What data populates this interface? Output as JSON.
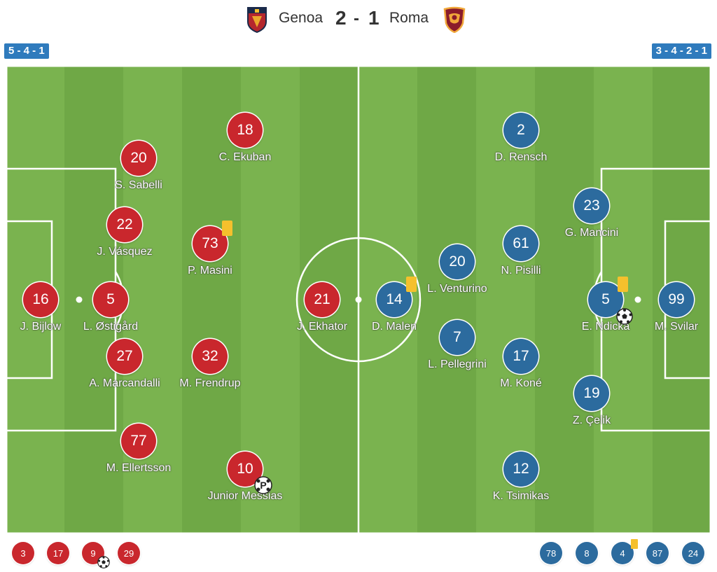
{
  "header": {
    "home_team": "Genoa",
    "away_team": "Roma",
    "home_score": "2",
    "separator": "-",
    "away_score": "1"
  },
  "formations": {
    "home": "5 - 4 - 1",
    "away": "3 - 4 - 2 - 1"
  },
  "colors": {
    "home": "#c9272d",
    "away": "#2c6b9e",
    "pitch_light": "#7ab34f",
    "pitch_dark": "#6fa846",
    "card": "#f5c02d",
    "badge": "#2f7bbd"
  },
  "home_players": [
    {
      "number": "16",
      "name": "J. Bijlow"
    },
    {
      "number": "5",
      "name": "L. Østigård"
    },
    {
      "number": "22",
      "name": "J. Vásquez"
    },
    {
      "number": "27",
      "name": "A. Marcandalli"
    },
    {
      "number": "20",
      "name": "S. Sabelli"
    },
    {
      "number": "77",
      "name": "M. Ellertsson"
    },
    {
      "number": "18",
      "name": "C. Ekuban"
    },
    {
      "number": "73",
      "name": "P. Masini"
    },
    {
      "number": "32",
      "name": "M. Frendrup"
    },
    {
      "number": "10",
      "name": "Junior Messias"
    },
    {
      "number": "21",
      "name": "J. Ekhator"
    }
  ],
  "away_players": [
    {
      "number": "99",
      "name": "M. Svilar"
    },
    {
      "number": "5",
      "name": "E. Ndicka"
    },
    {
      "number": "23",
      "name": "G. Mancini"
    },
    {
      "number": "19",
      "name": "Z. Çelik"
    },
    {
      "number": "2",
      "name": "D. Rensch"
    },
    {
      "number": "61",
      "name": "N. Pisilli"
    },
    {
      "number": "17",
      "name": "M. Koné"
    },
    {
      "number": "12",
      "name": "K. Tsimikas"
    },
    {
      "number": "20",
      "name": "L. Venturino"
    },
    {
      "number": "7",
      "name": "L. Pellegrini"
    },
    {
      "number": "14",
      "name": "D. Malen"
    }
  ],
  "events": {
    "yellow_cards": [
      "P. Masini",
      "D. Malen",
      "E. Ndicka"
    ],
    "goals": [
      "E. Ndicka"
    ],
    "penalty_goals": [
      "Junior Messias"
    ]
  },
  "home_subs": [
    {
      "number": "3"
    },
    {
      "number": "17"
    },
    {
      "number": "9",
      "event": "goal"
    },
    {
      "number": "29"
    }
  ],
  "away_subs": [
    {
      "number": "78"
    },
    {
      "number": "8"
    },
    {
      "number": "4",
      "event": "yellow-card"
    },
    {
      "number": "87"
    },
    {
      "number": "24"
    }
  ],
  "icons": {
    "home_crest": "genoa-crest-icon",
    "away_crest": "roma-crest-icon",
    "card": "yellow-card-icon",
    "goal": "soccer-ball-icon",
    "penalty": "penalty-goal-icon"
  }
}
